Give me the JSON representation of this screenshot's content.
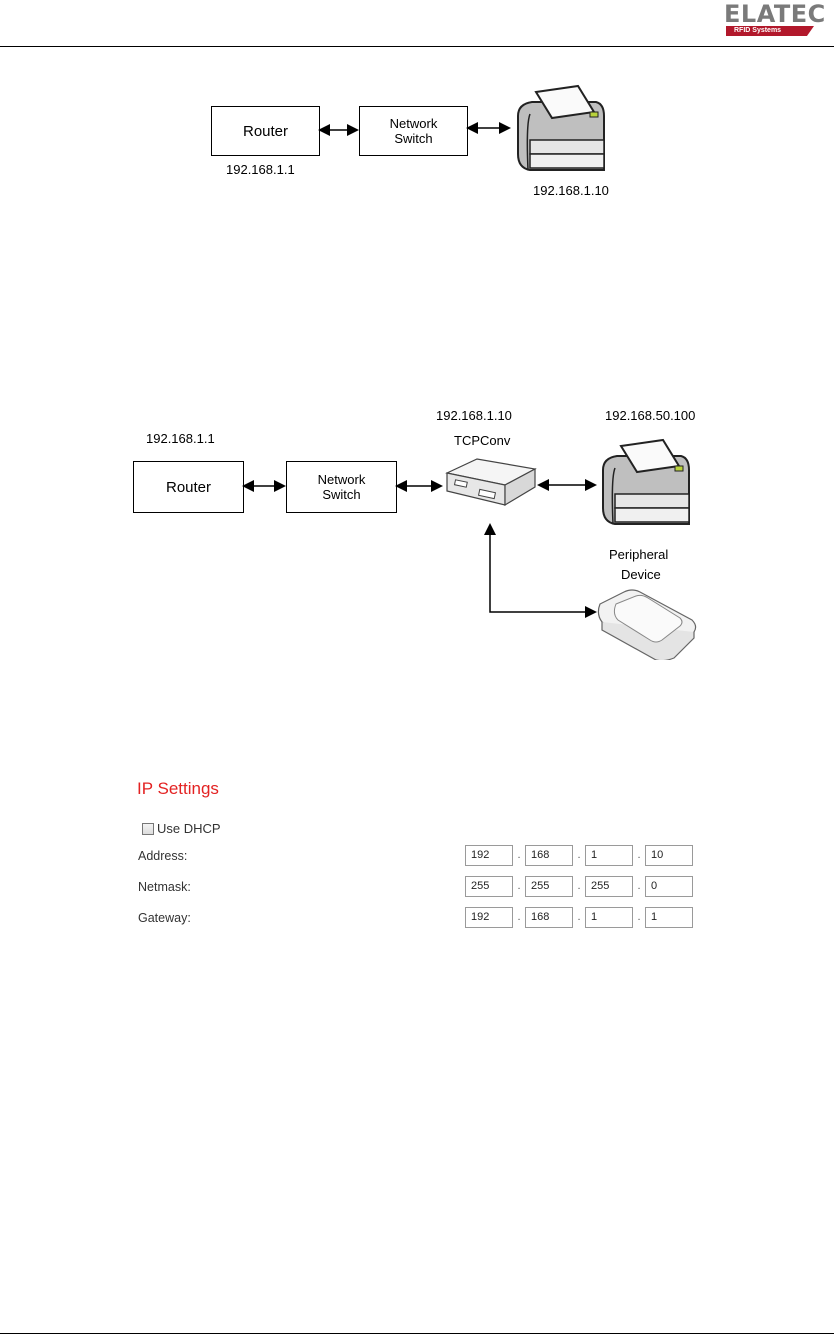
{
  "header": {
    "logo_text": "ELATEC",
    "logo_sub": "RFID Systems"
  },
  "diagram1": {
    "router_label": "Router",
    "router_ip": "192.168.1.1",
    "switch_label_line1": "Network",
    "switch_label_line2": "Switch",
    "printer_ip": "192.168.1.10"
  },
  "diagram2": {
    "router_label": "Router",
    "router_ip": "192.168.1.1",
    "switch_label_line1": "Network",
    "switch_label_line2": "Switch",
    "converter_ip": "192.168.1.10",
    "converter_label": "TCPConv",
    "printer_ip": "192.168.50.100",
    "peripheral_line1": "Peripheral",
    "peripheral_line2": "Device"
  },
  "ip_settings": {
    "title": "IP Settings",
    "use_dhcp_label": "Use DHCP",
    "use_dhcp_checked": false,
    "rows": [
      {
        "label": "Address:",
        "octets": [
          "192",
          "168",
          "1",
          "10"
        ]
      },
      {
        "label": "Netmask:",
        "octets": [
          "255",
          "255",
          "255",
          "0"
        ]
      },
      {
        "label": "Gateway:",
        "octets": [
          "192",
          "168",
          "1",
          "1"
        ]
      }
    ],
    "separator": "."
  },
  "colors": {
    "title_red": "#e32222",
    "logo_gray": "#7a7a7a",
    "logo_red": "#b2182b"
  }
}
